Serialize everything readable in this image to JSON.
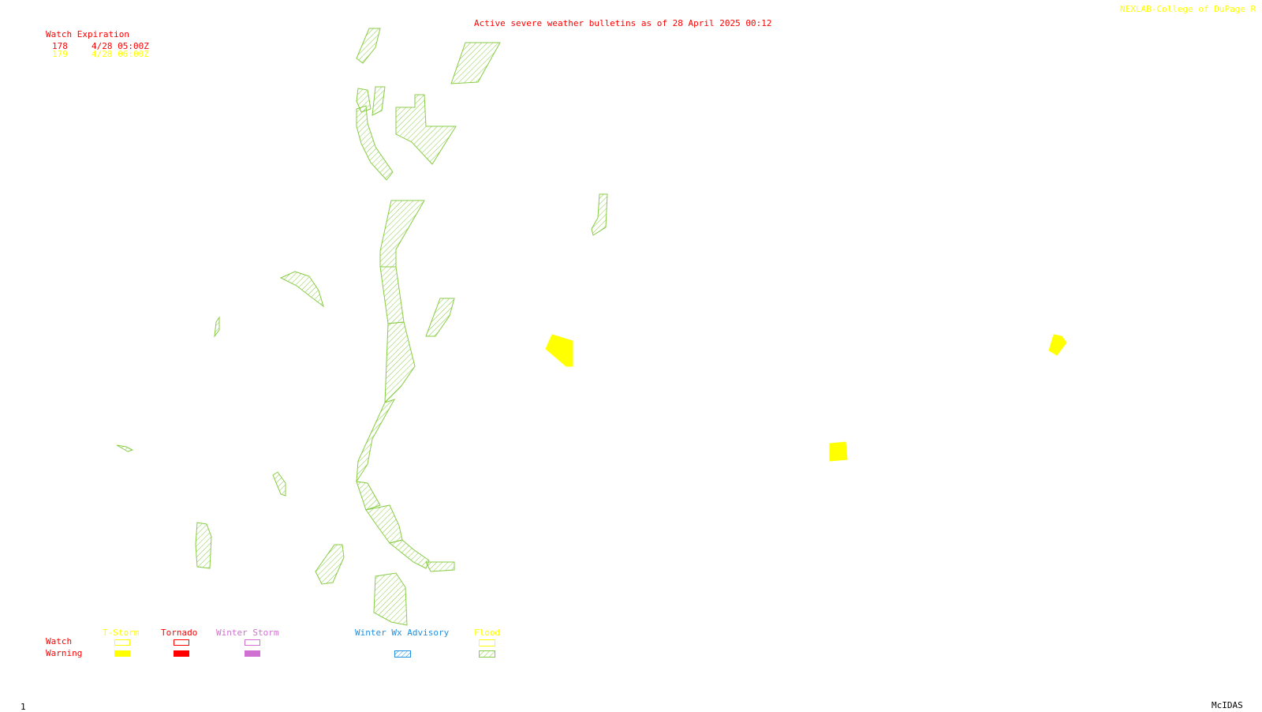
{
  "header": {
    "title": "Active severe weather bulletins as of 28 April 2025 00:12",
    "credit": "NEXLAB-College of DuPage R"
  },
  "watch_expiration": {
    "heading": "Watch Expiration",
    "rows": [
      {
        "number": "178",
        "expires": "4/28 05:00Z",
        "color": "#ff0000"
      },
      {
        "number": "179",
        "expires": "4/28 06:00Z",
        "color": "#ffff00"
      }
    ]
  },
  "legend": {
    "row_watch": "Watch",
    "row_warning": "Warning",
    "categories": [
      {
        "label": "T-Storm",
        "color": "#ffff00"
      },
      {
        "label": "Tornado",
        "color": "#ff0000"
      },
      {
        "label": "Winter Storm",
        "color": "#d070d0"
      },
      {
        "label": "Winter Wx Advisory",
        "color": "#2090e0"
      },
      {
        "label": "Flood",
        "color": "#88cc44"
      }
    ]
  },
  "footer": {
    "frame": "1",
    "software": "McIDAS"
  },
  "map": {
    "flood_warning_color": "#88cc44",
    "tstorm_warning_color": "#ffff00",
    "flood_warning_count": 27,
    "tstorm_warning_count": 3
  }
}
